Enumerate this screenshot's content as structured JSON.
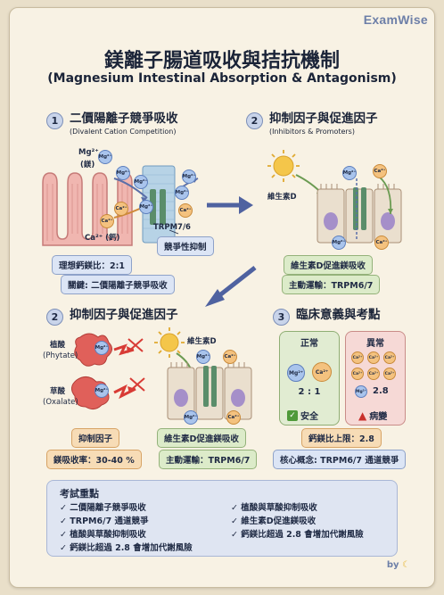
{
  "brand": "ExamWise",
  "title": "鎂離子腸道吸收與拮抗機制",
  "subtitle": "(Magnesium Intestinal Absorption & Antagonism)",
  "section1": {
    "number": "1",
    "title": "二價陽離子競爭吸收",
    "subtitle": "(Divalent Cation Competition)",
    "mg_label": "Mg²⁺",
    "mg_cn": "(鎂)",
    "ca_label": "Ca²⁺ (鈣)",
    "channel": "TRPM7/6",
    "channel_tag": "競爭性抑制",
    "ideal": "理想鈣鎂比：2:1",
    "key": "關鍵: 二價陽離子競爭吸收",
    "ion_mg": "Mg²⁺",
    "ion_ca": "Ca²⁺"
  },
  "section2a": {
    "number": "2",
    "title": "抑制因子與促進因子",
    "subtitle": "(Inhibitors & Promoters)",
    "vitd": "維生素D",
    "promote": "維生素D促進鎂吸收",
    "active": "主動運輸：TRPM6/7"
  },
  "section2b": {
    "number": "2",
    "title": "抑制因子與促進因子",
    "phytate_cn": "植酸",
    "phytate_en": "(Phytate)",
    "oxalate_cn": "草酸",
    "oxalate_en": "(Oxalate)",
    "vitd": "維生素D",
    "inhibit": "抑制因子",
    "rate": "鎂吸收率：30-40 %",
    "promote": "維生素D促進鎂吸收",
    "active": "主動運輸：TRPM6/7"
  },
  "section3": {
    "number": "3",
    "title": "臨床意義與考點",
    "normal_title": "正常",
    "normal_ratio": "2 : 1",
    "normal_status": "安全",
    "abnormal_title": "異常",
    "abnormal_ratio": "2.8",
    "abnormal_status": "病變",
    "limit": "鈣鎂比上限：2.8",
    "core": "核心概念: TRPM6/7 通道競爭"
  },
  "summary": {
    "title": "考試重點",
    "items": [
      "二價陽離子競爭吸收",
      "TRPM6/7 通道競爭",
      "植酸與草酸抑制吸收",
      "鈣鎂比超過 2.8 會增加代謝風險",
      "植酸與草酸抑制吸收",
      "維生素D促進鎂吸收",
      "鈣鎂比超過 2.8 會增加代謝風險"
    ]
  },
  "footer": "by",
  "colors": {
    "mg": "#a9c4ec",
    "ca": "#f4c27f",
    "cell": "#eadfce",
    "nucleus": "#a58fc9",
    "arrow": "#5b6fa8"
  }
}
